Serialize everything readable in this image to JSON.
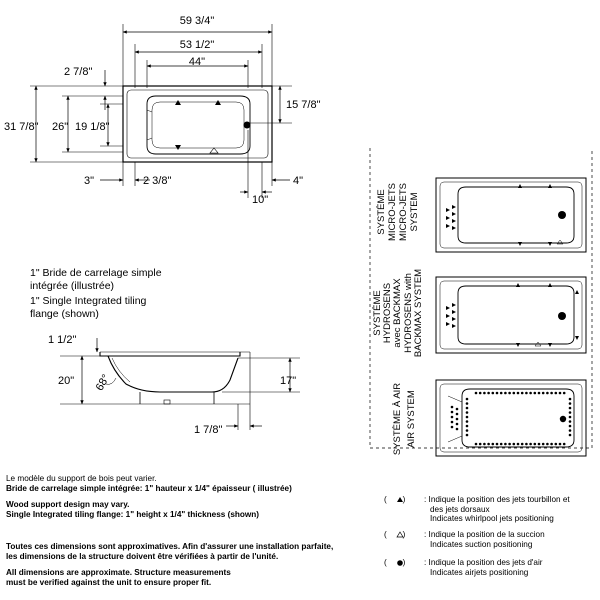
{
  "top_view": {
    "dim_overall_length": "59 3/4\"",
    "dim_inner_length": "53 1/2\"",
    "dim_bottom_length": "44\"",
    "dim_top_gap": "2 7/8\"",
    "dim_overall_width": "31 7/8\"",
    "dim_width_26": "26\"",
    "dim_width_19": "19 1/8\"",
    "dim_drain_offset": "15 7/8\"",
    "dim_left_3": "3\"",
    "dim_left_238": "2 3/8\"",
    "dim_right_4": "4\"",
    "dim_drain_10": "10\""
  },
  "flange": {
    "line1_fr": "1\" Bride de carrelage simple",
    "line2_fr": "intégrée (illustrée)",
    "line3_en": "1\" Single Integrated tiling",
    "line4_en": "flange (shown)"
  },
  "side_view": {
    "dim_112": "1 1/2\"",
    "dim_20": "20\"",
    "dim_68": "68°",
    "dim_17": "17\"",
    "dim_178": "1 7/8\""
  },
  "systems": [
    {
      "line1": "SYSTÈME",
      "line2": "MICRO-JETS",
      "line3": "MICRO-JETS",
      "line4": "SYSTEM"
    },
    {
      "line1": "SYSTÈME",
      "line2": "HYDROSENS",
      "line3": "avec BACKMAX",
      "line4": "HYDROSENS with",
      "line5": "BACKMAX SYSTEM"
    },
    {
      "line1": "SYSTÈME À AIR",
      "line2": "AIR SYSTEM"
    }
  ],
  "notes": {
    "wood_fr": "Le modèle du support de bois peut varier.",
    "flange_fr": "Bride de carrelage simple intégrée: 1\" hauteur x 1/4\" épaisseur ( illustrée)",
    "wood_en": "Wood support design may vary.",
    "flange_en": "Single Integrated tiling flange: 1\" height x 1/4\" thickness (shown)",
    "approx_fr_1": "Toutes ces dimensions sont approximatives. Afin d'assurer une installation parfaite,",
    "approx_fr_2": "les dimensions de la structure doivent être vérifiées à partir de l'unité.",
    "approx_en_1": "All dimensions are approximate. Structure measurements",
    "approx_en_2": "must be verified against the unit to ensure proper fit."
  },
  "legend": [
    {
      "symbol": "( ▲ )",
      "fr_1": ": Indique la position des jets tourbillon et",
      "fr_2": "des jets dorsaux",
      "en": "Indicates whirlpool jets positioning"
    },
    {
      "symbol": "( △ )",
      "fr_1": ": Indique la position de la succion",
      "en": "Indicates suction positioning"
    },
    {
      "symbol": "( ● )",
      "fr_1": ": Indique la position des jets d'air",
      "en": "Indicates airjets positioning"
    }
  ]
}
